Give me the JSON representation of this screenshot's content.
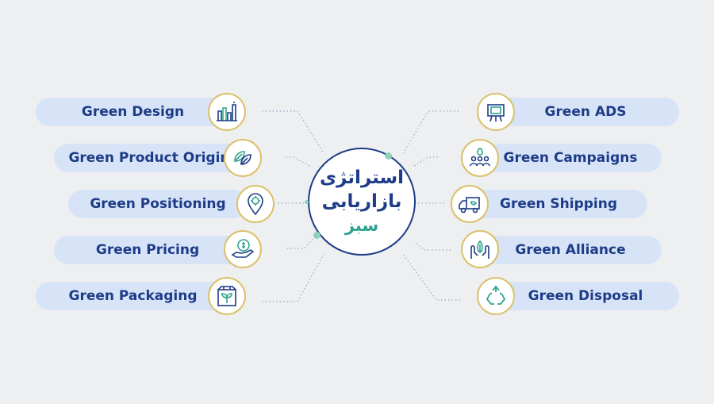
{
  "center": {
    "title_line1": "استراتژی",
    "title_line2": "بازاریابی",
    "title_line3": "سبز",
    "border_color": "#1d3c87",
    "accent_color": "#2fa38e"
  },
  "left_items": [
    {
      "label": "Green Design",
      "icon": "factory-chart-icon"
    },
    {
      "label": "Green Product Origin",
      "icon": "leaves-icon"
    },
    {
      "label": "Green Positioning",
      "icon": "location-pin-icon"
    },
    {
      "label": "Green Pricing",
      "icon": "hand-coin-icon"
    },
    {
      "label": "Green Packaging",
      "icon": "package-plant-icon"
    }
  ],
  "right_items": [
    {
      "label": "Green ADS",
      "icon": "billboard-icon"
    },
    {
      "label": "Green Campaigns",
      "icon": "people-group-icon"
    },
    {
      "label": "Green Shipping",
      "icon": "delivery-truck-icon"
    },
    {
      "label": "Green Alliance",
      "icon": "hands-leaf-icon"
    },
    {
      "label": "Green Disposal",
      "icon": "recycle-icon"
    }
  ],
  "colors": {
    "pill_bg": "#d7e3f7",
    "text": "#1d3c87",
    "icon_ring": "#dcc06a",
    "icon_stroke": "#1d3c87",
    "icon_accent": "#2fa38e",
    "background": "#eeeff1"
  }
}
